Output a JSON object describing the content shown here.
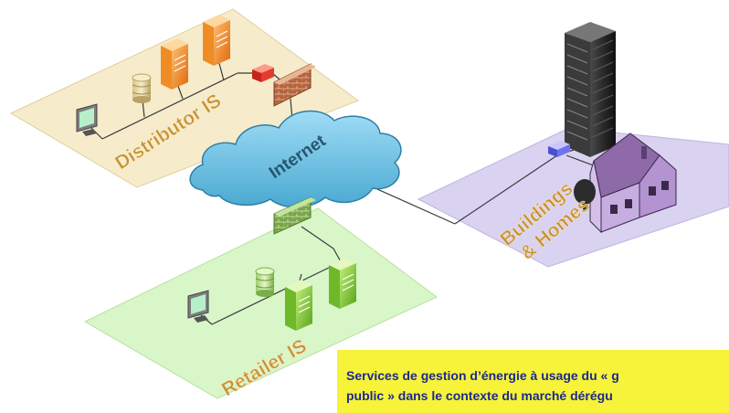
{
  "zones": {
    "distributor": {
      "label": "Distributor IS",
      "color": "#f6eccb"
    },
    "buildings": {
      "label_line1": "Buildings",
      "label_line2": "& Homes",
      "color": "#d9d2f0"
    },
    "retailer": {
      "label": "Retailer IS",
      "color": "#d8f6c8"
    }
  },
  "cloud": {
    "label": "Internet",
    "color": "#74c4e6"
  },
  "caption": {
    "line1": "Services de gestion d’énergie à usage du « g",
    "line2": "public » dans le contexte du marché dérégu",
    "background": "#f7f23a",
    "text_color": "#1c2a8c"
  },
  "icons": {
    "distributor": [
      "monitor-icon",
      "database-icon",
      "server-icon",
      "server-icon",
      "router-icon",
      "firewall-icon"
    ],
    "buildings": [
      "skyscraper-icon",
      "gateway-icon",
      "house-icon",
      "tree-icon"
    ],
    "retailer": [
      "firewall-icon",
      "monitor-icon",
      "database-icon",
      "server-icon",
      "server-icon"
    ]
  }
}
